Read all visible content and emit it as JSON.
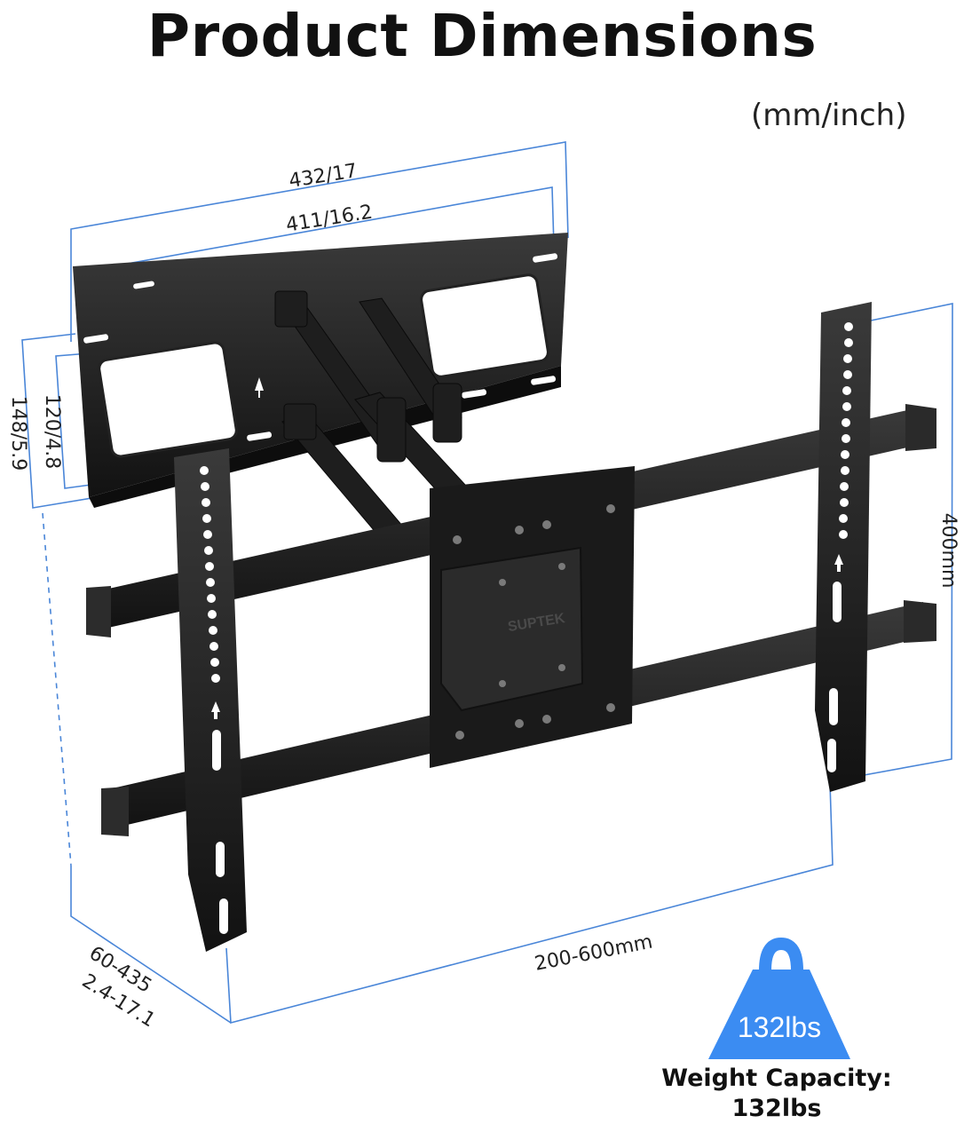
{
  "header": {
    "title": "Product Dimensions",
    "unit_note": "(mm/inch)"
  },
  "dimensions": {
    "overall_plate_width": "432/17",
    "mount_hole_width": "411/16.2",
    "overall_plate_height": "148/5.9",
    "mount_hole_height": "120/4.8",
    "vesa_vertical": "400mm",
    "vesa_horizontal": "200-600mm",
    "extension_mm": "60-435",
    "extension_inch": "2.4-17.1"
  },
  "mount": {
    "brand_mark": "SUPTEK"
  },
  "weight": {
    "badge_label": "132lbs",
    "caption_line1": "Weight Capacity:",
    "caption_line2": "132lbs",
    "badge_color": "#3b8cf2"
  },
  "colors": {
    "dimension_line": "#4a86d8",
    "steel": "#1c1c1c"
  }
}
